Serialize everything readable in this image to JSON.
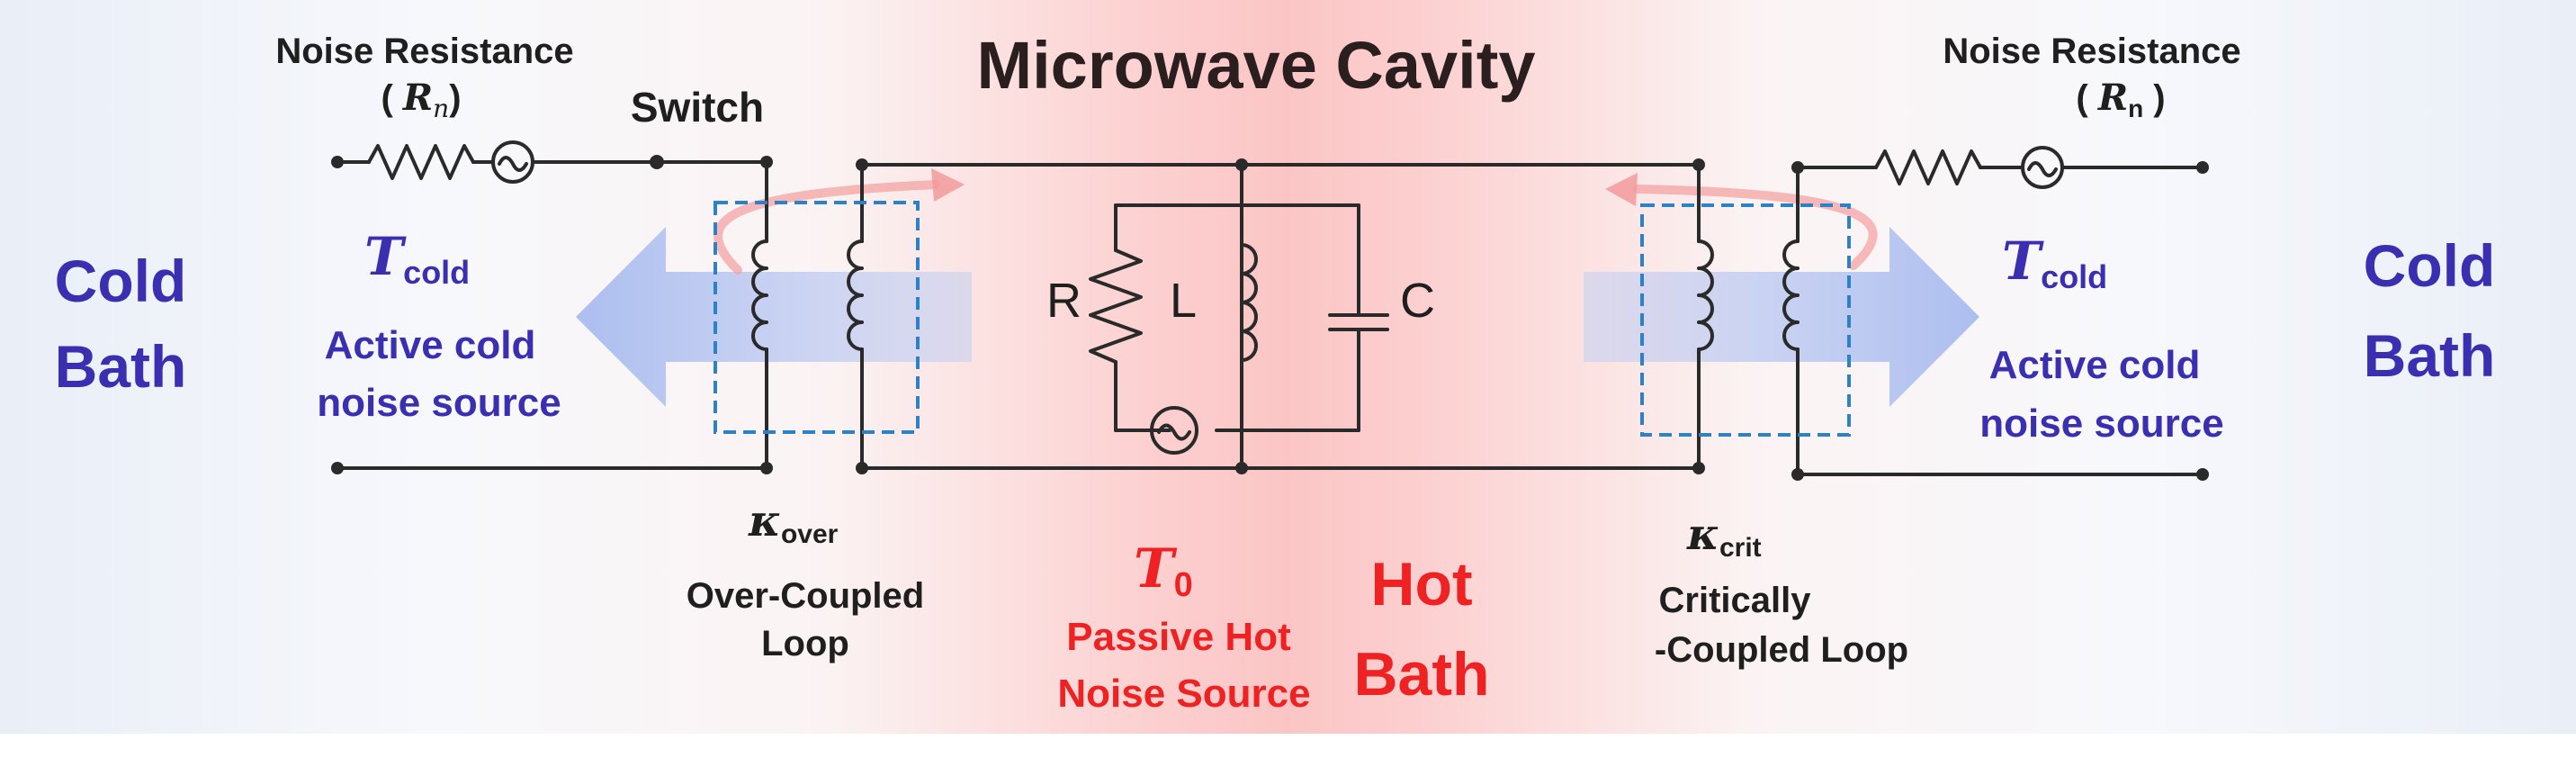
{
  "title": "Microwave Cavity",
  "left": {
    "bath_line1": "Cold",
    "bath_line2": "Bath",
    "noise_resistance_label": "Noise Resistance",
    "noise_resistance_symbol": "R",
    "noise_resistance_subscript": "n",
    "switch_label": "Switch",
    "temp_symbol": "T",
    "temp_subscript": "cold",
    "source_line1": "Active cold",
    "source_line2": "noise source",
    "kappa_symbol": "κ",
    "kappa_subscript": "over",
    "loop_line1": "Over-Coupled",
    "loop_line2": "Loop"
  },
  "right": {
    "bath_line1": "Cold",
    "bath_line2": "Bath",
    "noise_resistance_label": "Noise Resistance",
    "noise_resistance_symbol": "R",
    "noise_resistance_subscript": "n",
    "temp_symbol": "T",
    "temp_subscript": "cold",
    "source_line1": "Active cold",
    "source_line2": "noise source",
    "kappa_symbol": "κ",
    "kappa_subscript": "crit",
    "loop_line1": "Critically",
    "loop_line2": "-Coupled Loop"
  },
  "center": {
    "temp_symbol": "T",
    "temp_subscript": "0",
    "source_line1": "Passive Hot",
    "source_line2": "Noise Source",
    "bath_line1": "Hot",
    "bath_line2": "Bath",
    "r_label": "R",
    "l_label": "L",
    "c_label": "C"
  },
  "colors": {
    "cold": "#3a2fb0",
    "hot": "#ee2222",
    "wire": "#2a2a2a",
    "dashed_box": "#2b82c9"
  }
}
